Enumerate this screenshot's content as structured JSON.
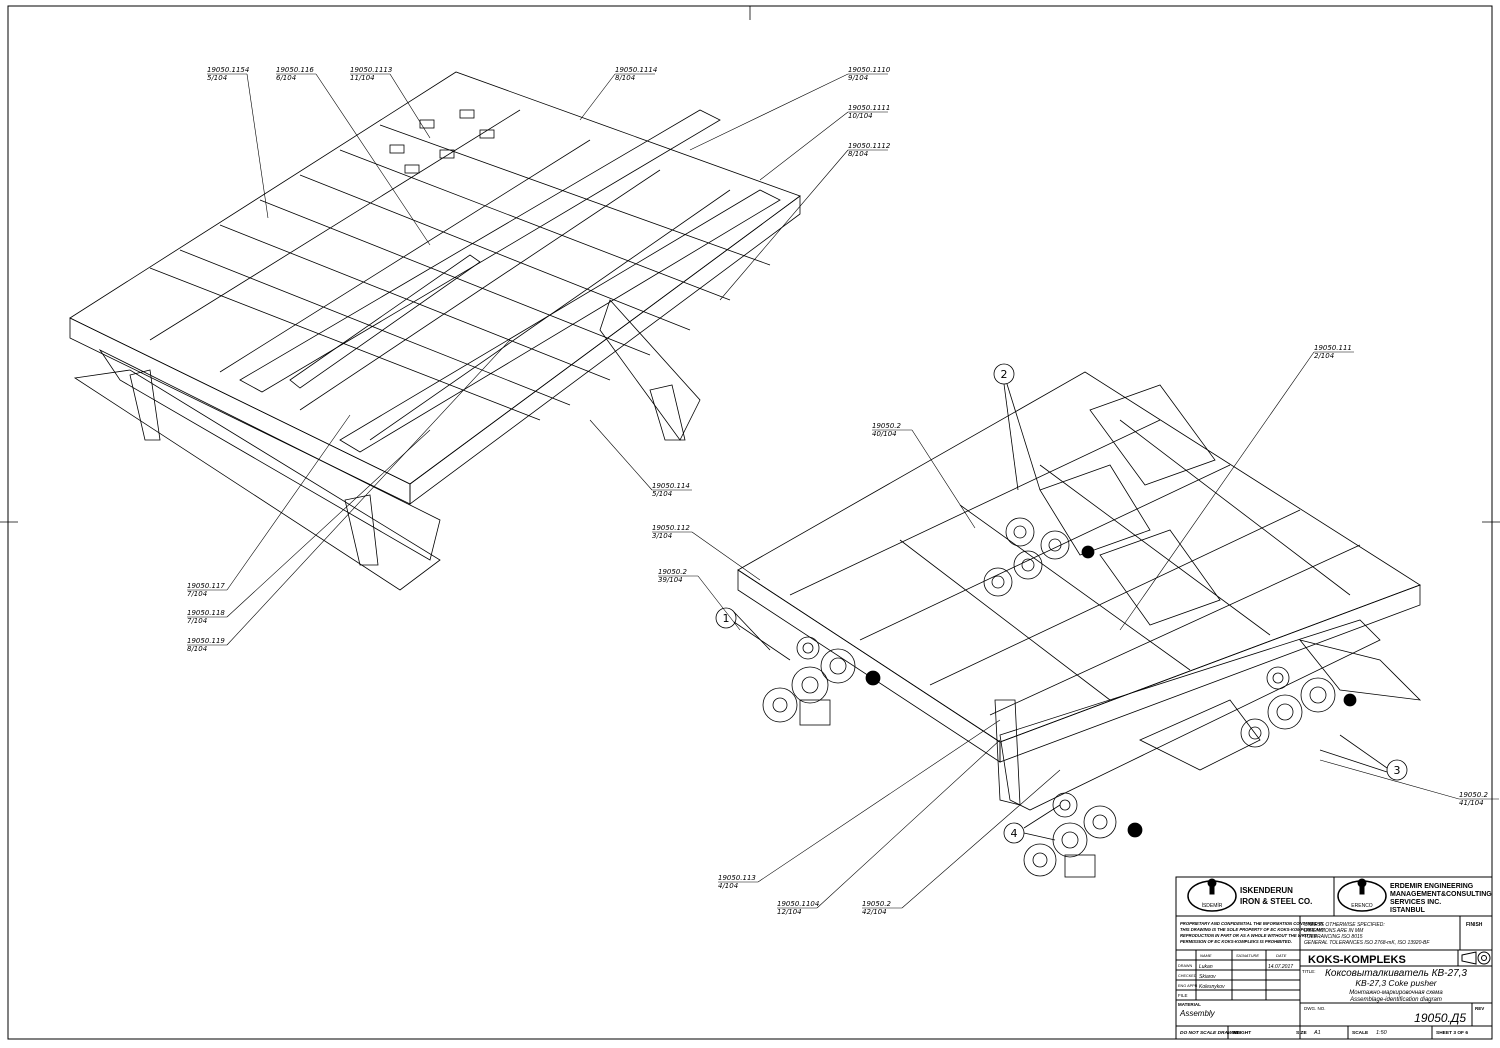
{
  "callouts": [
    {
      "code": "19050.1154",
      "qty": "5/104"
    },
    {
      "code": "19050.116",
      "qty": "6/104"
    },
    {
      "code": "19050.1113",
      "qty": "11/104"
    },
    {
      "code": "19050.1114",
      "qty": "8/104"
    },
    {
      "code": "19050.1110",
      "qty": "9/104"
    },
    {
      "code": "19050.1111",
      "qty": "10/104"
    },
    {
      "code": "19050.1112",
      "qty": "8/104"
    },
    {
      "code": "19050.114",
      "qty": "5/104"
    },
    {
      "code": "19050.117",
      "qty": "7/104"
    },
    {
      "code": "19050.118",
      "qty": "7/104"
    },
    {
      "code": "19050.119",
      "qty": "8/104"
    },
    {
      "code": "19050.111",
      "qty": "2/104"
    },
    {
      "code": "19050.2",
      "qty": "40/104"
    },
    {
      "code": "19050.112",
      "qty": "3/104"
    },
    {
      "code": "19050.2",
      "qty": "39/104"
    },
    {
      "code": "19050.2",
      "qty": "41/104"
    },
    {
      "code": "19050.113",
      "qty": "4/104"
    },
    {
      "code": "19050.1104",
      "qty": "12/104"
    },
    {
      "code": "19050.2",
      "qty": "42/104"
    }
  ],
  "balloons": [
    "1",
    "2",
    "3",
    "4"
  ],
  "title_block": {
    "client_logo_text": "İSDEMİR",
    "client_name_line1": "ISKENDERUN",
    "client_name_line2": "IRON & STEEL CO.",
    "consultant_logo_text": "ERENCO",
    "consultant_line1": "ERDEMIR ENGINEERING",
    "consultant_line2": "MANAGEMENT&CONSULTING",
    "consultant_line3": "SERVICES INC.",
    "consultant_line4": "ISTANBUL",
    "proprietary_1": "PROPRIETARY AND CONFIDENTIAL THE INFORMATION CONTAINED IN",
    "proprietary_2": "THIS DRAWING IS THE SOLE PROPERTY OF EC KOKS-KOMPLEKS ANY",
    "proprietary_3": "REPRODUCTION IN PART OR AS A WHOLE WITHOUT THE WRITTEN",
    "proprietary_4": "PERMISSION OF EC KOKS-KOMPLEKS IS PROHIBITED.",
    "spec_1": "UNLESS OTHERWISE SPECIFIED:",
    "spec_2": "DIMENSIONS ARE IN MM",
    "spec_3": "TOLERANCING ISO 8015",
    "spec_4": "GENERAL TOLERANCES ISO 2768-mK, ISO 13920-BF",
    "finish_label": "FINISH",
    "company": "KOKS-KOMPLEKS",
    "col_name": "NAME",
    "col_signature": "SIGNATURE",
    "col_date": "DATE",
    "drawn_label": "DRAWN",
    "drawn_name": "Lukan",
    "drawn_date": "14.07.2017",
    "checked_label": "CHECKED",
    "checked_name": "Skiarov",
    "eng_appr_label": "ENG APPR",
    "eng_appr_name": "Kolesnykov",
    "file_label": "FILE",
    "material_label": "MATERIAL",
    "material_value": "Assembly",
    "title_label": "TITLE:",
    "title_ru": "Коксовыталкиватель КВ-27,3",
    "title_en": "KB-27,3 Coke pusher",
    "subtitle_ru": "Монтажно-маркировочная схема",
    "subtitle_en": "Assemblage-identification diagram",
    "dwg_no_label": "DWG. NO.",
    "dwg_no": "19050.Д5",
    "rev_label": "REV",
    "no_scale": "DO NOT SCALE DRAWING",
    "weight_label": "WEIGHT",
    "size_label": "SIZE",
    "size_value": "A1",
    "scale_label": "SCALE",
    "scale_value": "1:50",
    "sheet_value": "SHEET 3 OF 6"
  }
}
